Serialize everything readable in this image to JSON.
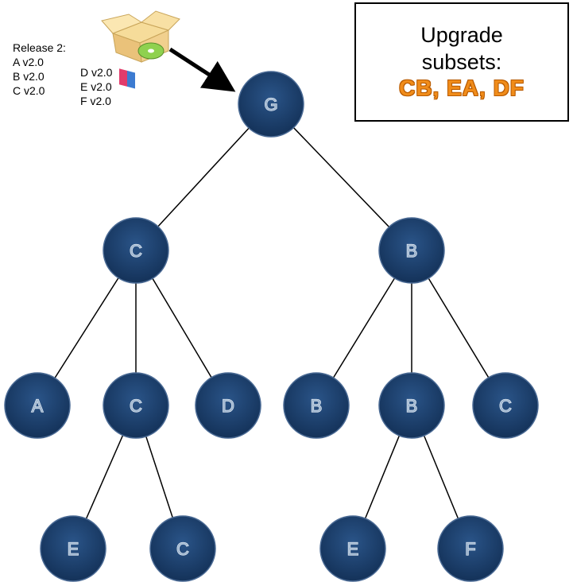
{
  "release": {
    "title": "Release 2:",
    "col1": [
      "A v2.0",
      "B v2.0",
      "C v2.0"
    ],
    "col2": [
      "D v2.0",
      "E v2.0",
      "F v2.0"
    ]
  },
  "upgrade_box": {
    "line1": "Upgrade",
    "line2": "subsets:",
    "subsets": "CB, EA, DF"
  },
  "tree": {
    "nodes": [
      {
        "id": "g",
        "label": "G"
      },
      {
        "id": "c1",
        "label": "C"
      },
      {
        "id": "b1",
        "label": "B"
      },
      {
        "id": "a",
        "label": "A"
      },
      {
        "id": "c2",
        "label": "C"
      },
      {
        "id": "d",
        "label": "D"
      },
      {
        "id": "b2",
        "label": "B"
      },
      {
        "id": "b3",
        "label": "B"
      },
      {
        "id": "c3",
        "label": "C"
      },
      {
        "id": "e1",
        "label": "E"
      },
      {
        "id": "c4",
        "label": "C"
      },
      {
        "id": "e2",
        "label": "E"
      },
      {
        "id": "f",
        "label": "F"
      }
    ],
    "edges": [
      [
        "g",
        "c1"
      ],
      [
        "g",
        "b1"
      ],
      [
        "c1",
        "a"
      ],
      [
        "c1",
        "c2"
      ],
      [
        "c1",
        "d"
      ],
      [
        "b1",
        "b2"
      ],
      [
        "b1",
        "b3"
      ],
      [
        "b1",
        "c3"
      ],
      [
        "c2",
        "e1"
      ],
      [
        "c2",
        "c4"
      ],
      [
        "b3",
        "e2"
      ],
      [
        "b3",
        "f"
      ]
    ]
  },
  "colors": {
    "node_fill": "#1b3f6e",
    "node_outline": "#4a6a94",
    "edge": "#000000",
    "subset_text": "#f08c1a"
  },
  "icons": {
    "package": "software-box-cd-icon"
  }
}
